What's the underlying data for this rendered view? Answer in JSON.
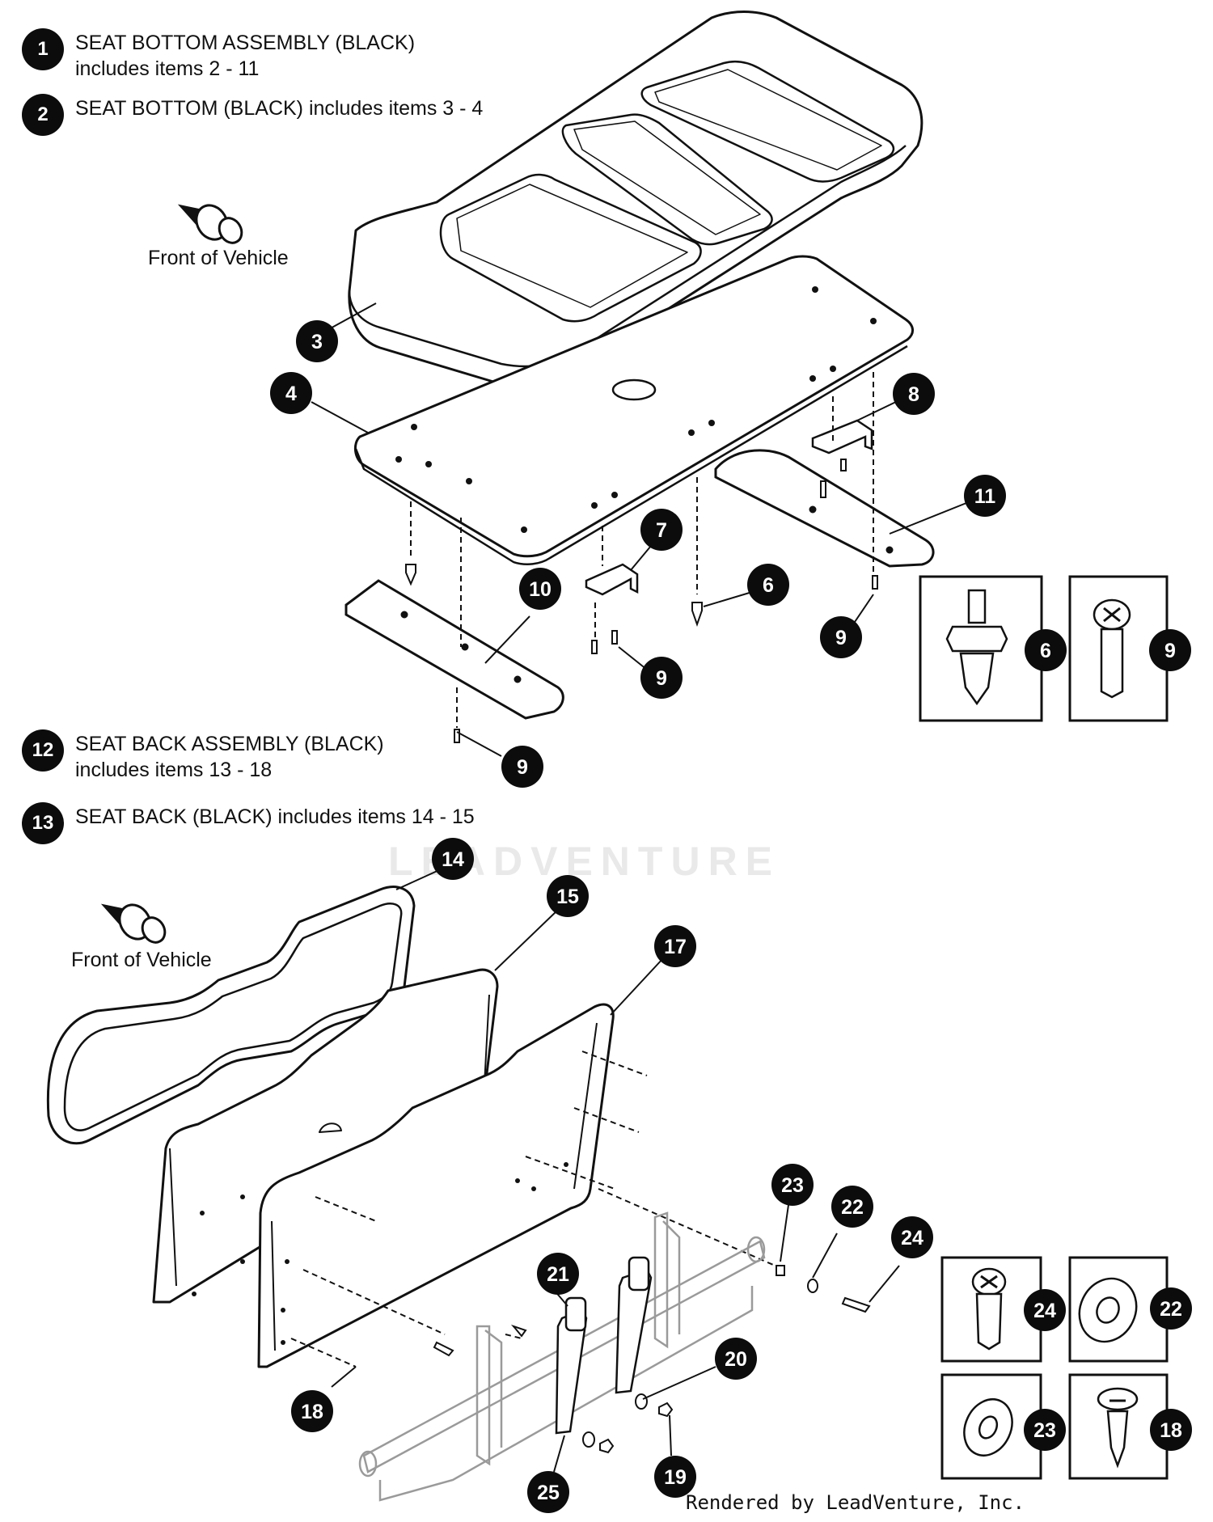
{
  "legend": [
    {
      "num": "1",
      "line1": "SEAT BOTTOM ASSEMBLY (BLACK)",
      "line2": "includes items 2 - 11"
    },
    {
      "num": "2",
      "line1": "SEAT BOTTOM (BLACK) includes items 3 - 4",
      "line2": ""
    },
    {
      "num": "12",
      "line1": "SEAT BACK ASSEMBLY (BLACK)",
      "line2": "includes items 13 - 18"
    },
    {
      "num": "13",
      "line1": "SEAT BACK (BLACK) includes items 14 - 15",
      "line2": ""
    }
  ],
  "front_label": "Front of Vehicle",
  "watermark": "LEADVENTURE",
  "footer": "Rendered by LeadVenture, Inc.",
  "callouts": {
    "c3": "3",
    "c4": "4",
    "c8": "8",
    "c11": "11",
    "c7": "7",
    "c6": "6",
    "c10": "10",
    "c9a": "9",
    "c9b": "9",
    "c9c": "9",
    "c14": "14",
    "c15": "15",
    "c17": "17",
    "c23": "23",
    "c22": "22",
    "c24": "24",
    "c21": "21",
    "c20": "20",
    "c18": "18",
    "c19": "19",
    "c25": "25"
  },
  "insets": {
    "i6": "6",
    "i9": "9",
    "i24": "24",
    "i22": "22",
    "i23": "23",
    "i18": "18"
  }
}
